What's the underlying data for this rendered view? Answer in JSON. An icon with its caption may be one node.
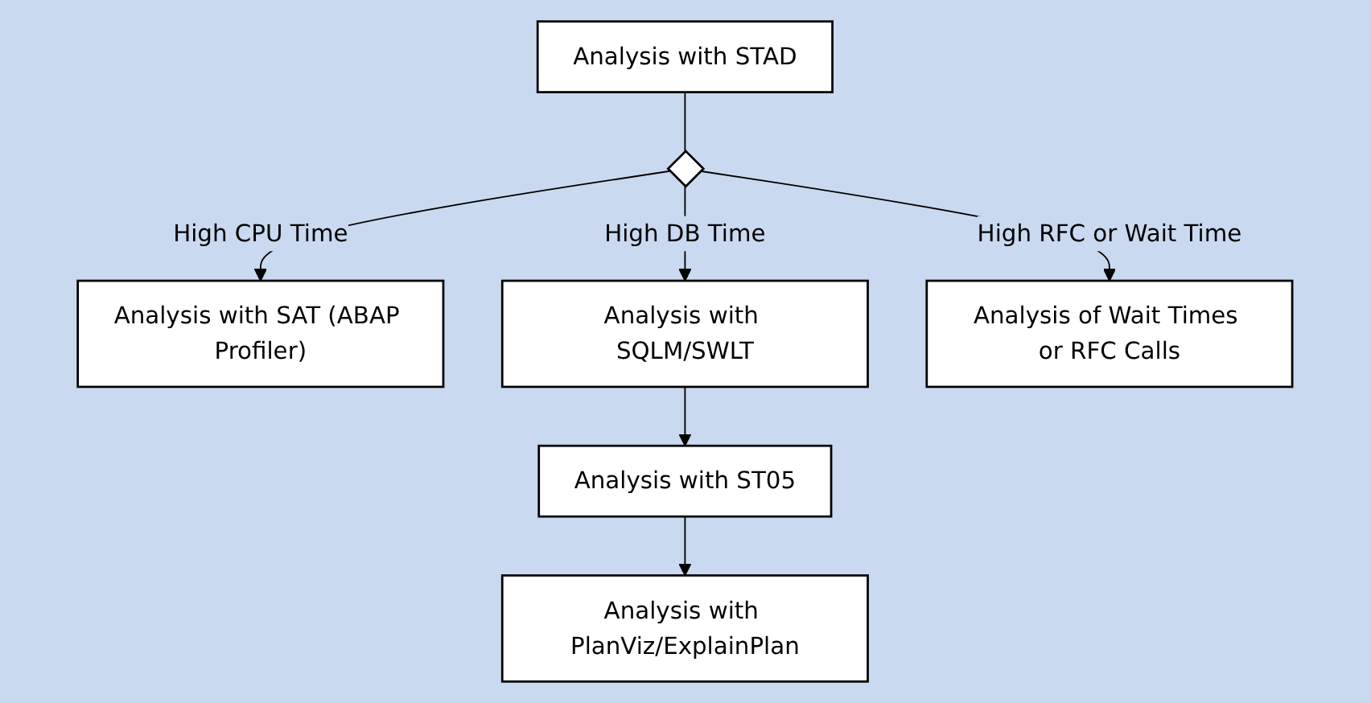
{
  "diagram": {
    "nodes": [
      {
        "text": [
          "Analysis with STAD"
        ]
      },
      {
        "text": [],
        "shape": "diamond"
      },
      {
        "text": [
          "Analysis with SAT (ABAP Profiler)"
        ]
      },
      {
        "text": [
          "Analysis with SQLM/SWLT"
        ]
      },
      {
        "text": [
          "Analysis of Wait Times or RFC Calls"
        ]
      },
      {
        "text": [
          "Analysis with ST05"
        ]
      },
      {
        "text": [
          "Analysis with PlanViz/ExplainPlan"
        ]
      }
    ],
    "edges": [
      {
        "from": 0,
        "to": 1,
        "arrow": "none"
      },
      {
        "from": 1,
        "to": 2,
        "arrow": "to",
        "label": "High CPU Time"
      },
      {
        "from": 1,
        "to": 3,
        "arrow": "to",
        "label": "High DB Time"
      },
      {
        "from": 1,
        "to": 4,
        "arrow": "to",
        "label": "High RFC or Wait Time"
      },
      {
        "from": 3,
        "to": 5,
        "arrow": "to"
      },
      {
        "from": 5,
        "to": 6,
        "arrow": "to"
      }
    ]
  }
}
